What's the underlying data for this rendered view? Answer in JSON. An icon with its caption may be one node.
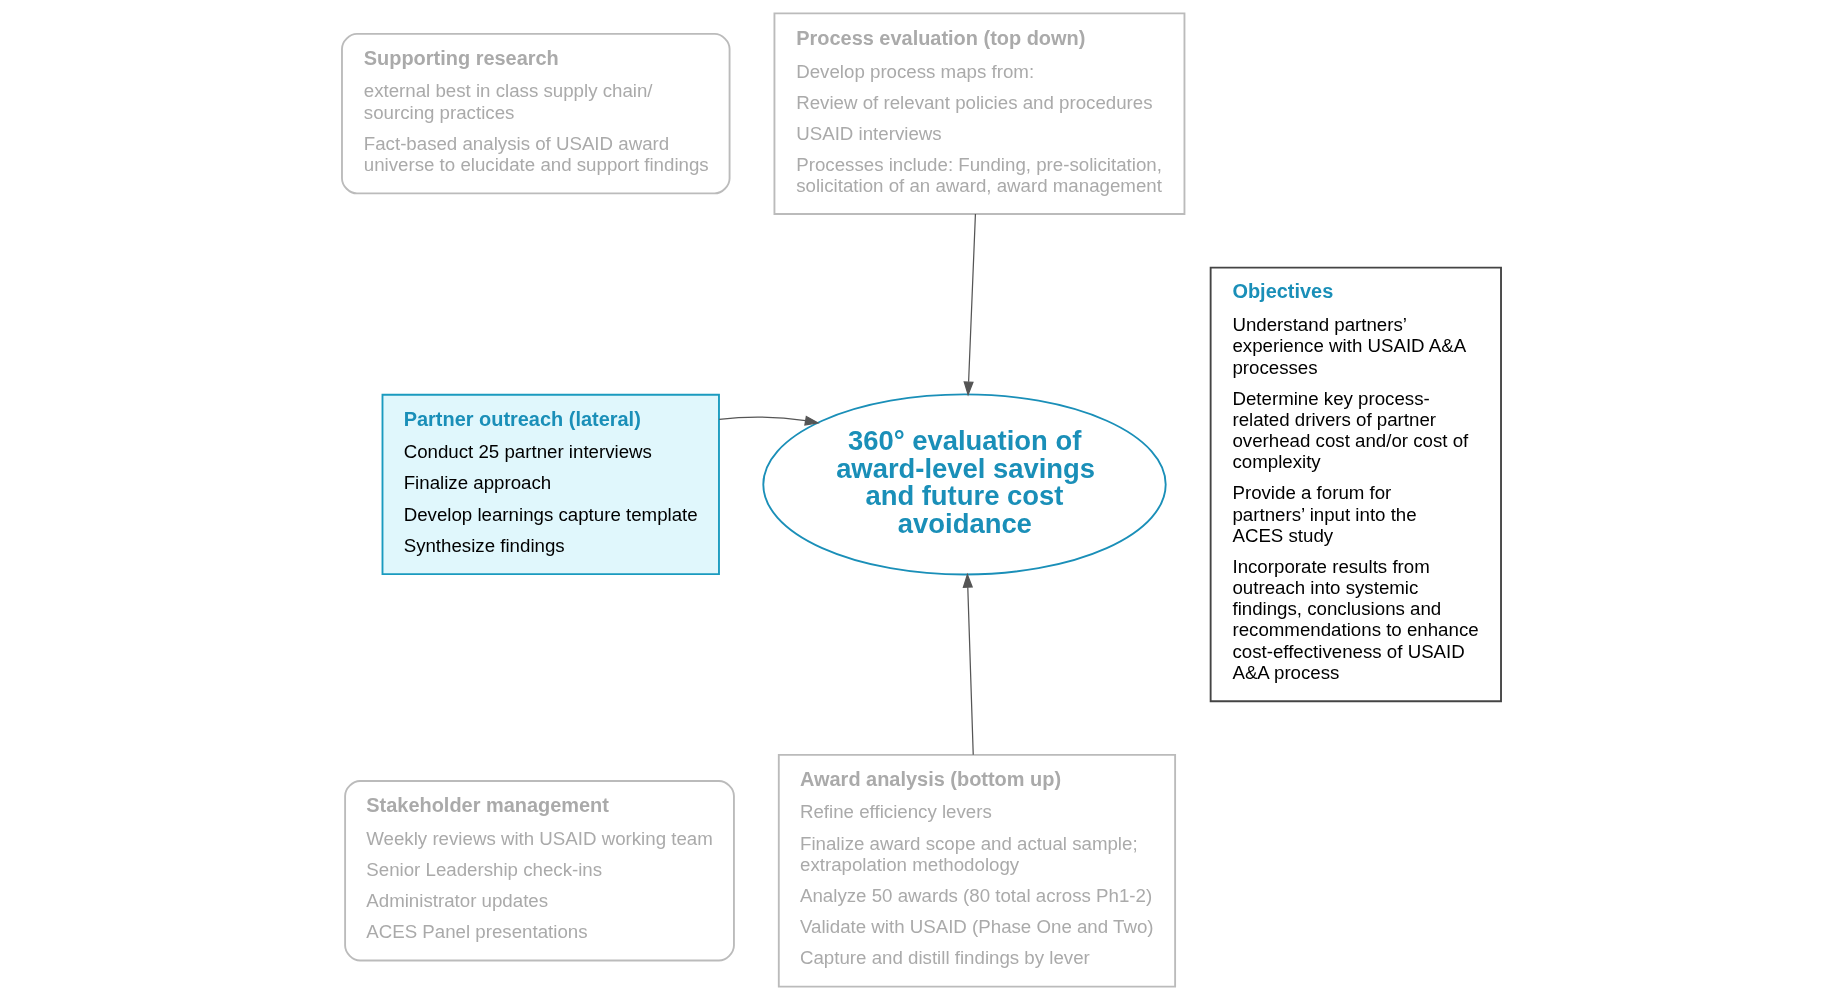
{
  "diagram": {
    "nodes": [
      {
        "text": [
          "Supporting research",
          "external best in class supply chain/ sourcing practices",
          "Fact-based analysis of USAID award universe to elucidate and support findings"
        ]
      },
      {
        "text": [
          "Process evaluation (top down)",
          "Develop process maps from:",
          "Review of relevant policies and procedures",
          "USAID interviews",
          "Processes include: Funding, pre-solicitation, solicitation of an award, award management"
        ]
      },
      {
        "text": [
          "Partner outreach (lateral)",
          "Conduct 25 partner interviews",
          "Finalize approach",
          "Develop learnings capture template",
          "Synthesize findings"
        ]
      },
      {
        "text": [
          "360° evaluation of award-level savings and future cost avoidance"
        ]
      },
      {
        "text": [
          "Objectives",
          "Understand partners’ experience with USAID A&A processes",
          "Determine key process-related drivers of partner overhead cost and/or cost of complexity",
          "Provide a forum for partners’ input into the ACES study",
          "Incorporate results from outreach into systemic findings, conclusions and recommendations to enhance cost-effectiveness of USAID A&A process"
        ]
      },
      {
        "text": [
          "Stakeholder management",
          "Weekly reviews with USAID working team",
          "Senior Leadership check-ins",
          "Administrator updates",
          "ACES Panel presentations"
        ]
      },
      {
        "text": [
          "Award analysis (bottom up)",
          "Refine efficiency levers",
          "Finalize award scope and actual sample; extrapolation methodology",
          "Analyze 50 awards (80 total across Ph1-2)",
          "Validate with USAID (Phase One and Two)",
          "Capture and distill findings by lever"
        ]
      }
    ],
    "edges": [
      {
        "from": 1,
        "to": 3,
        "arrow": "to"
      },
      {
        "from": 2,
        "to": 3,
        "arrow": "to"
      },
      {
        "from": 6,
        "to": 3,
        "arrow": "to"
      }
    ]
  }
}
